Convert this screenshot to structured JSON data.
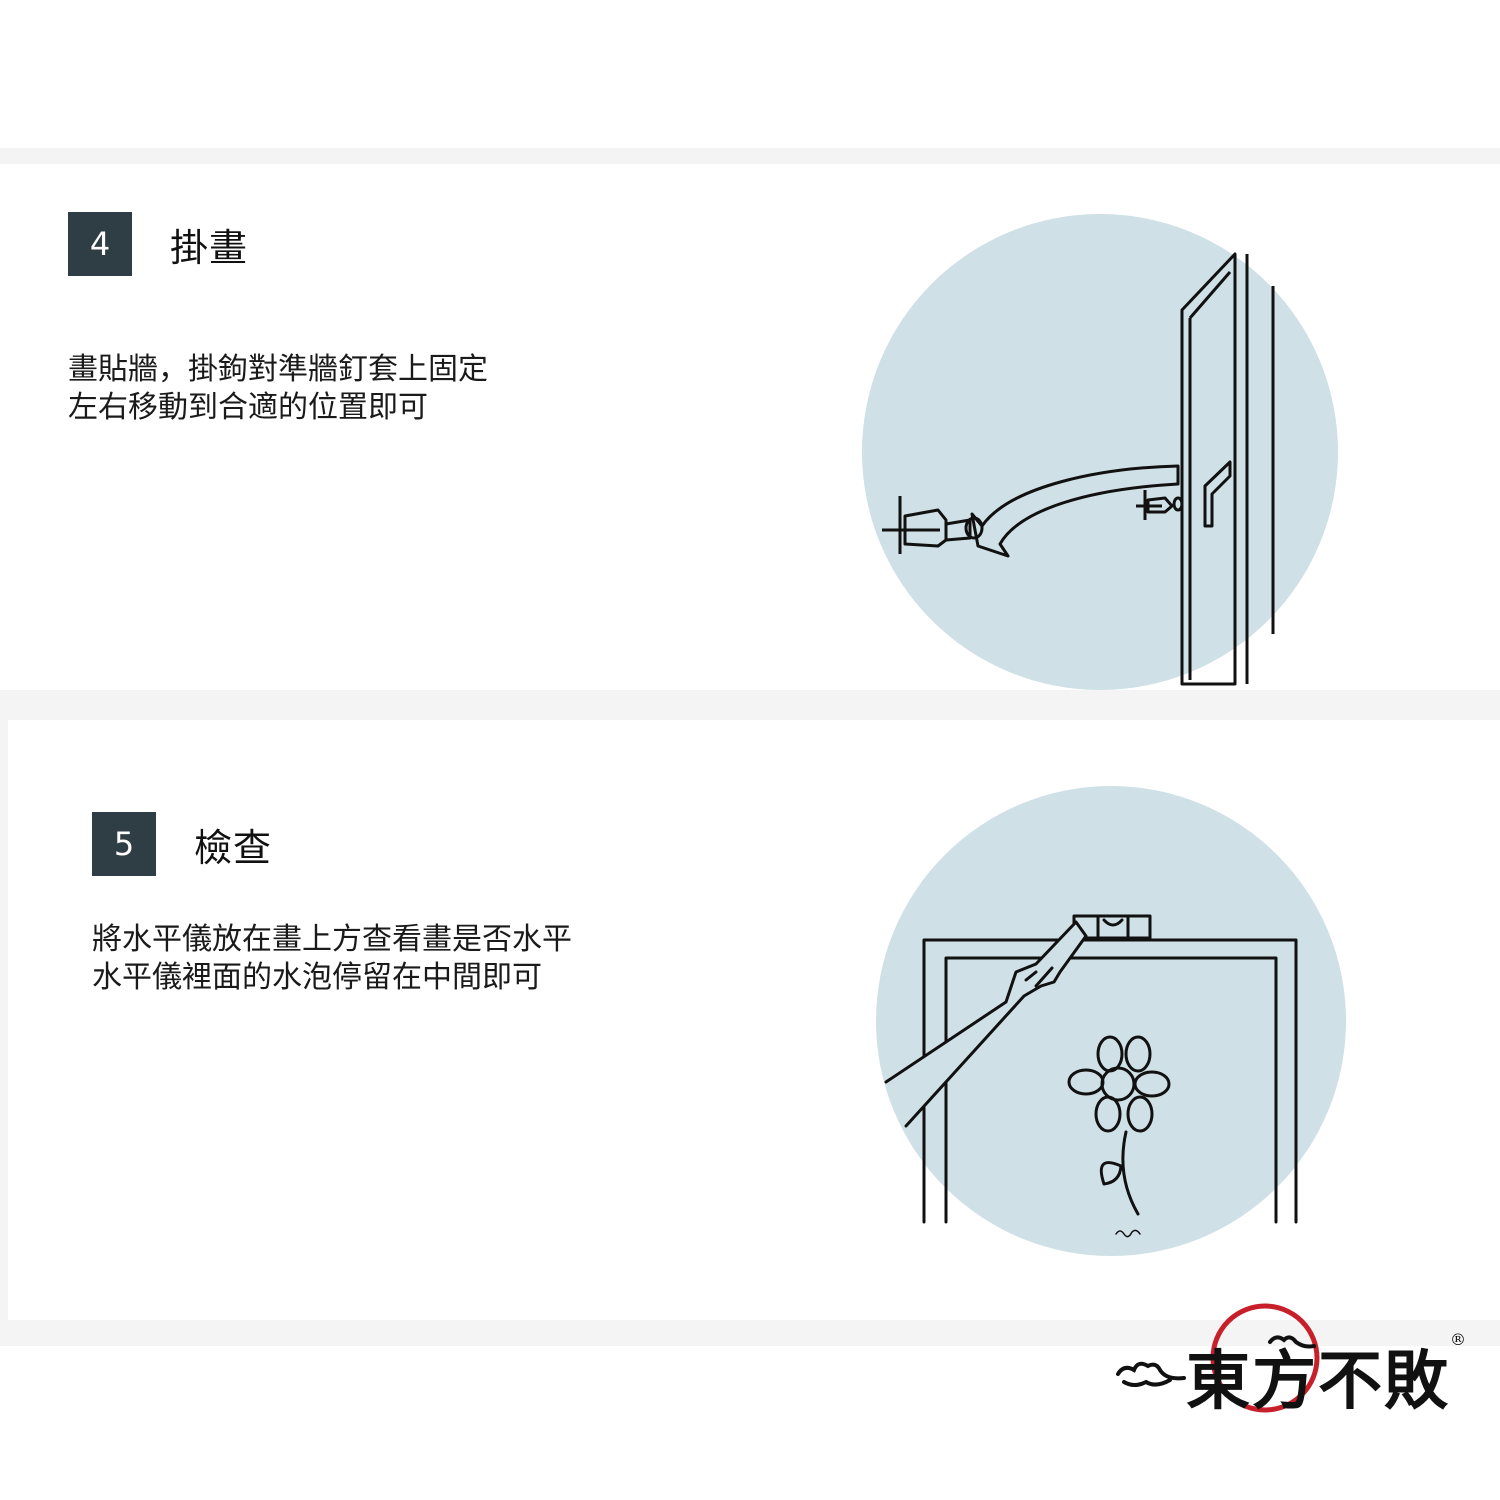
{
  "steps": [
    {
      "number": "4",
      "title": "掛畫",
      "description": [
        "畫貼牆，掛鉤對準牆釘套上固定",
        "左右移動到合適的位置即可"
      ],
      "illustration": "hanging-frame-onto-wall-anchor"
    },
    {
      "number": "5",
      "title": "檢查",
      "description": [
        "將水平儀放在畫上方查看畫是否水平",
        "水平儀裡面的水泡停留在中間即可"
      ],
      "illustration": "hand-placing-spirit-level-on-frame"
    }
  ],
  "brand": {
    "name": "東方不敗",
    "registered_mark": "®",
    "ring_color": "#c8202a"
  },
  "colors": {
    "badge_bg": "#2f3d44",
    "circle_bg": "#cfe0e6",
    "band_bg": "#f4f4f4",
    "line": "#111111"
  }
}
